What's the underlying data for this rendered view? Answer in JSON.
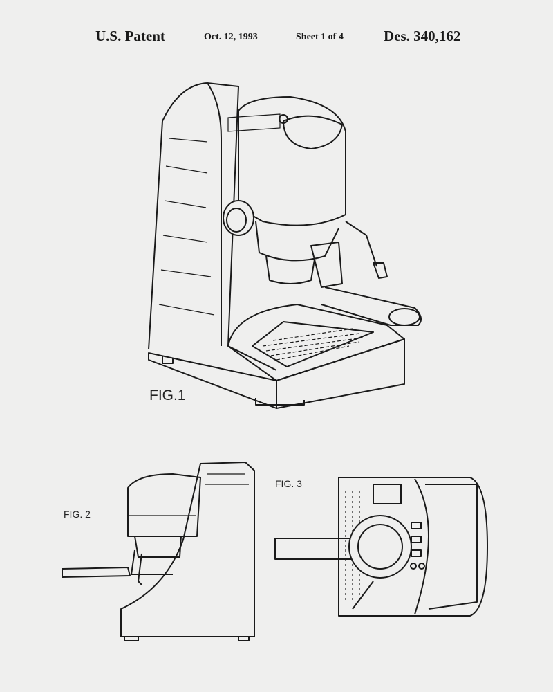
{
  "header": {
    "title": "U.S. Patent",
    "date": "Oct. 12, 1993",
    "sheet": "Sheet 1 of 4",
    "patent_number": "Des. 340,162"
  },
  "figures": {
    "fig1_label": "FIG.1",
    "fig2_label": "FIG. 2",
    "fig3_label": "FIG. 3"
  }
}
